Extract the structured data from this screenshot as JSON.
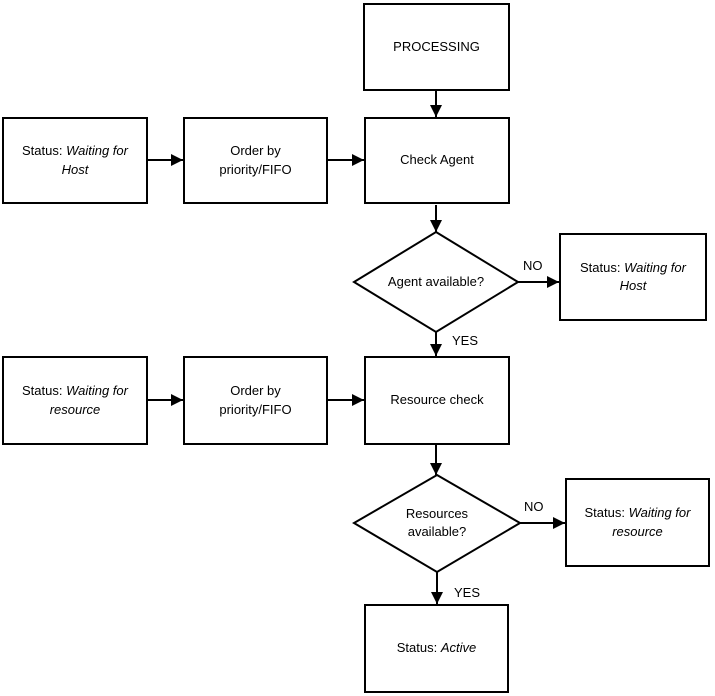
{
  "nodes": {
    "processing": {
      "label": "PROCESSING"
    },
    "waiting_host_left": {
      "prefix": "Status: ",
      "value": "Waiting for Host"
    },
    "order_priority_1": {
      "lines": [
        "Order by",
        "priority/FIFO"
      ]
    },
    "check_agent": {
      "label": "Check Agent"
    },
    "agent_available": {
      "label": "Agent available?"
    },
    "waiting_host_right": {
      "prefix": "Status: ",
      "value": "Waiting for Host"
    },
    "waiting_resource_left": {
      "prefix": "Status: ",
      "value": "Waiting for resource"
    },
    "order_priority_2": {
      "lines": [
        "Order by",
        "priority/FIFO"
      ]
    },
    "resource_check": {
      "label": "Resource check"
    },
    "resources_available": {
      "lines": [
        "Resources",
        "available?"
      ]
    },
    "waiting_resource_right": {
      "prefix": "Status: ",
      "value": "Waiting for resource"
    },
    "active": {
      "prefix": "Status: ",
      "value": "Active"
    }
  },
  "edge_labels": {
    "agent_no": "NO",
    "agent_yes": "YES",
    "resources_no": "NO",
    "resources_yes": "YES"
  },
  "colors": {
    "stroke": "#000000",
    "fill": "#ffffff",
    "text": "#000000"
  }
}
